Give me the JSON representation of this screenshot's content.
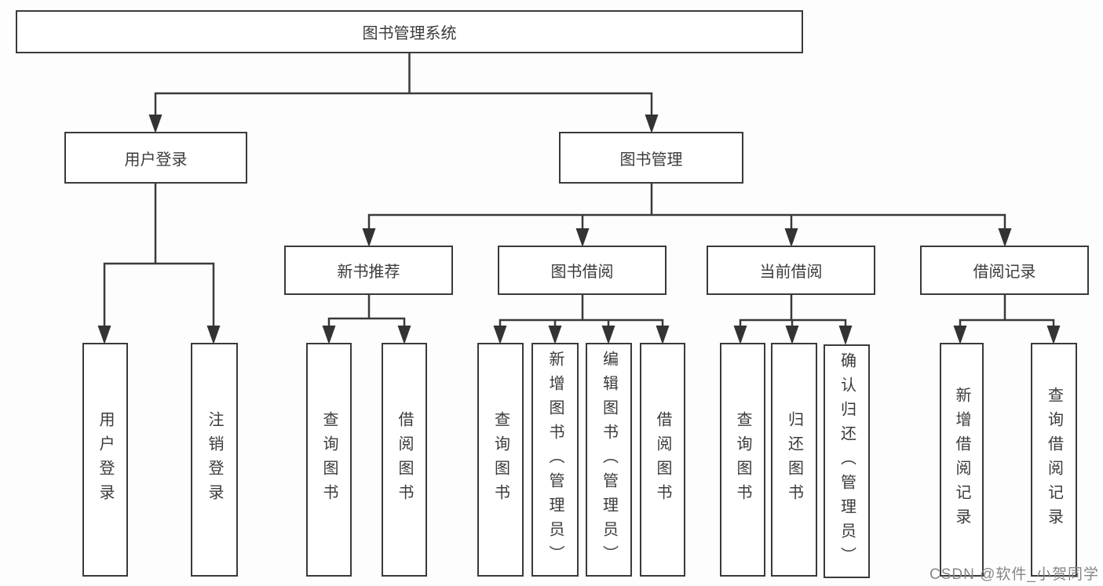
{
  "diagram": {
    "root": {
      "label": "图书管理系统"
    },
    "branches": [
      {
        "label": "用户登录",
        "children": [
          {
            "label": "用户登录"
          },
          {
            "label": "注销登录"
          }
        ]
      },
      {
        "label": "图书管理",
        "groups": [
          {
            "label": "新书推荐",
            "children": [
              {
                "label": "查询图书"
              },
              {
                "label": "借阅图书"
              }
            ]
          },
          {
            "label": "图书借阅",
            "children": [
              {
                "label": "查询图书"
              },
              {
                "label": "新增图书（管理员）"
              },
              {
                "label": "编辑图书（管理员）"
              },
              {
                "label": "借阅图书"
              }
            ]
          },
          {
            "label": "当前借阅",
            "children": [
              {
                "label": "查询图书"
              },
              {
                "label": "归还图书"
              },
              {
                "label": "确认归还（管理员）"
              }
            ]
          },
          {
            "label": "借阅记录",
            "children": [
              {
                "label": "新增借阅记录"
              },
              {
                "label": "查询借阅记录"
              }
            ]
          }
        ]
      }
    ],
    "colors": {
      "line": "#3a3a3a",
      "box_border": "#3a3a3a",
      "text": "#3b3b3b",
      "watermark": "#868686",
      "background": "#fdfdfd"
    }
  },
  "watermark": {
    "text": "CSDN @软件_小贺同学"
  }
}
